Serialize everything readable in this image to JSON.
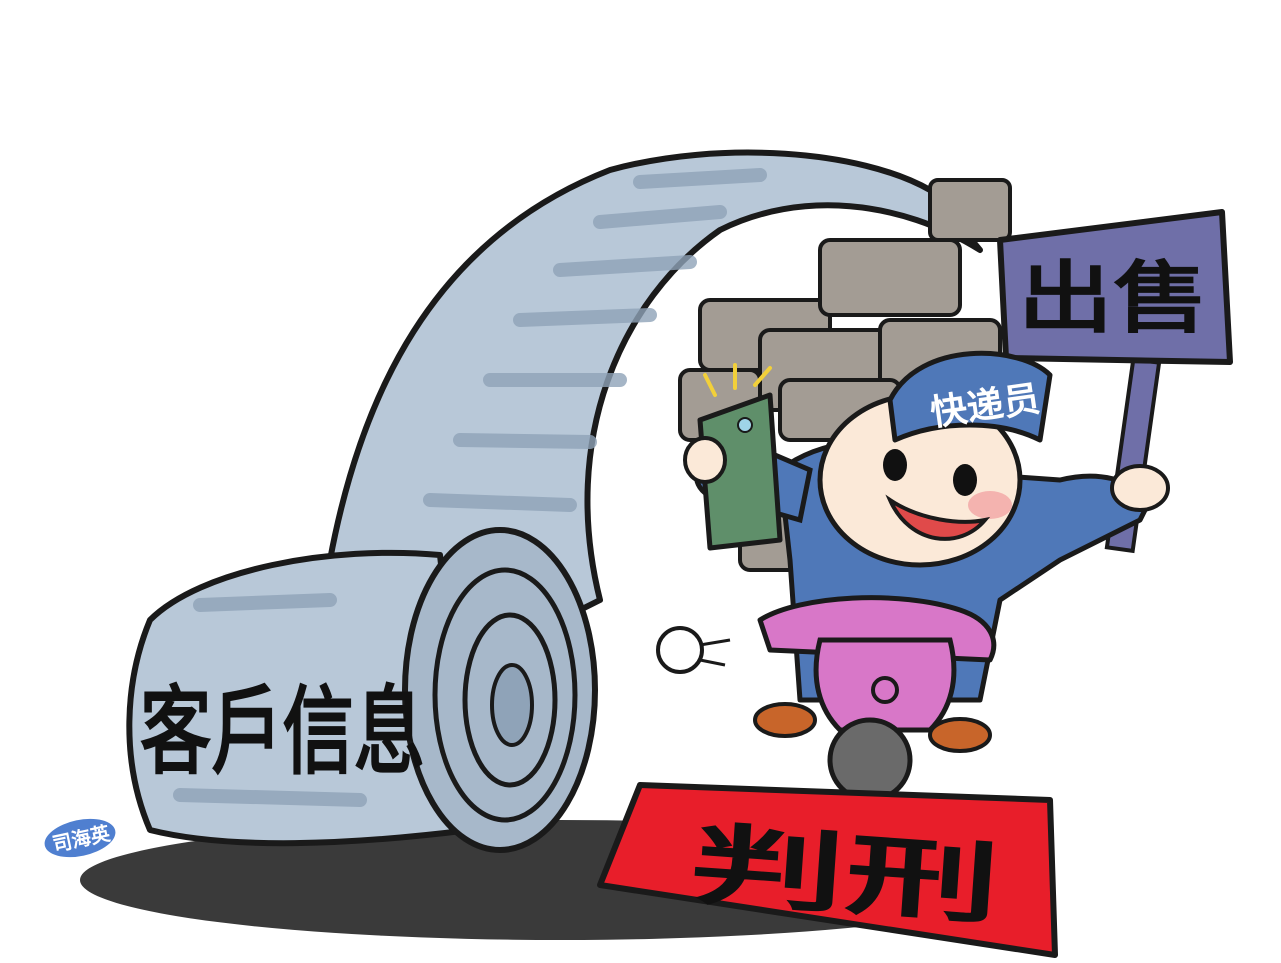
{
  "scroll_label": "客戶信息",
  "sign_label": "出售",
  "cap_label": "快递员",
  "mat_label": "判刑",
  "signature": "司海英",
  "colors": {
    "paper": "#b8c8d8",
    "paper_shadow": "#8fa3b8",
    "sign": "#6f6fa8",
    "uniform": "#4f78b8",
    "scooter": "#d877c8",
    "mat": "#e81e2a",
    "boxes": "#a39c94",
    "phone": "#5f8f6a",
    "shadow": "#2a2a2a"
  },
  "icons": [
    "parcel-box-icon",
    "smartphone-icon",
    "scooter-icon",
    "sign-board-icon",
    "exhaust-puff-icon"
  ]
}
